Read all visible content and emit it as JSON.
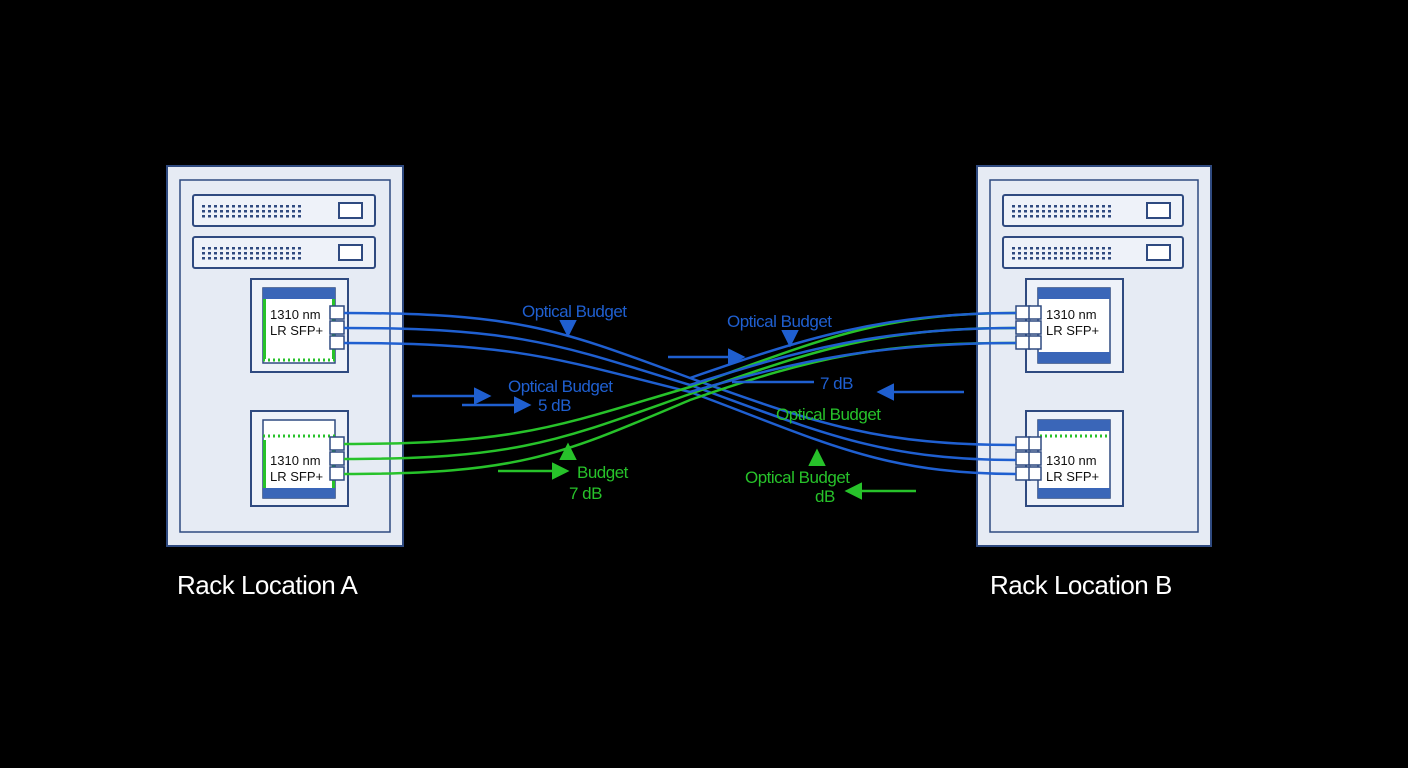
{
  "colors": {
    "background": "#000000",
    "rack_fill": "#e6ebf4",
    "rack_stroke": "#2f4a80",
    "module_header": "#3a66b8",
    "fiber_blue": "#1f5fd0",
    "fiber_green": "#27c22a",
    "label_white": "#ffffff"
  },
  "racks": [
    {
      "label": "Rack Location A"
    },
    {
      "label": "Rack Location B"
    }
  ],
  "transceivers": {
    "wavelength": "1310 nm",
    "type": "LR SFP+"
  },
  "annotations": {
    "blue_top_left": "Optical Budget",
    "blue_top_right": "Optical Budget",
    "blue_mid_left_title": "Optical Budget",
    "blue_mid_left_value": "5 dB",
    "blue_mid_right_value": "7 dB",
    "green_mid_right_title": "Optical Budget",
    "green_bottom_left_title": "Budget",
    "green_bottom_left_value": "7 dB",
    "green_bottom_right_title": "Optical Budget",
    "green_bottom_right_value": "dB"
  },
  "icons": [
    "arrow-right-icon",
    "arrow-left-icon",
    "arrow-up-icon",
    "arrow-down-icon"
  ]
}
